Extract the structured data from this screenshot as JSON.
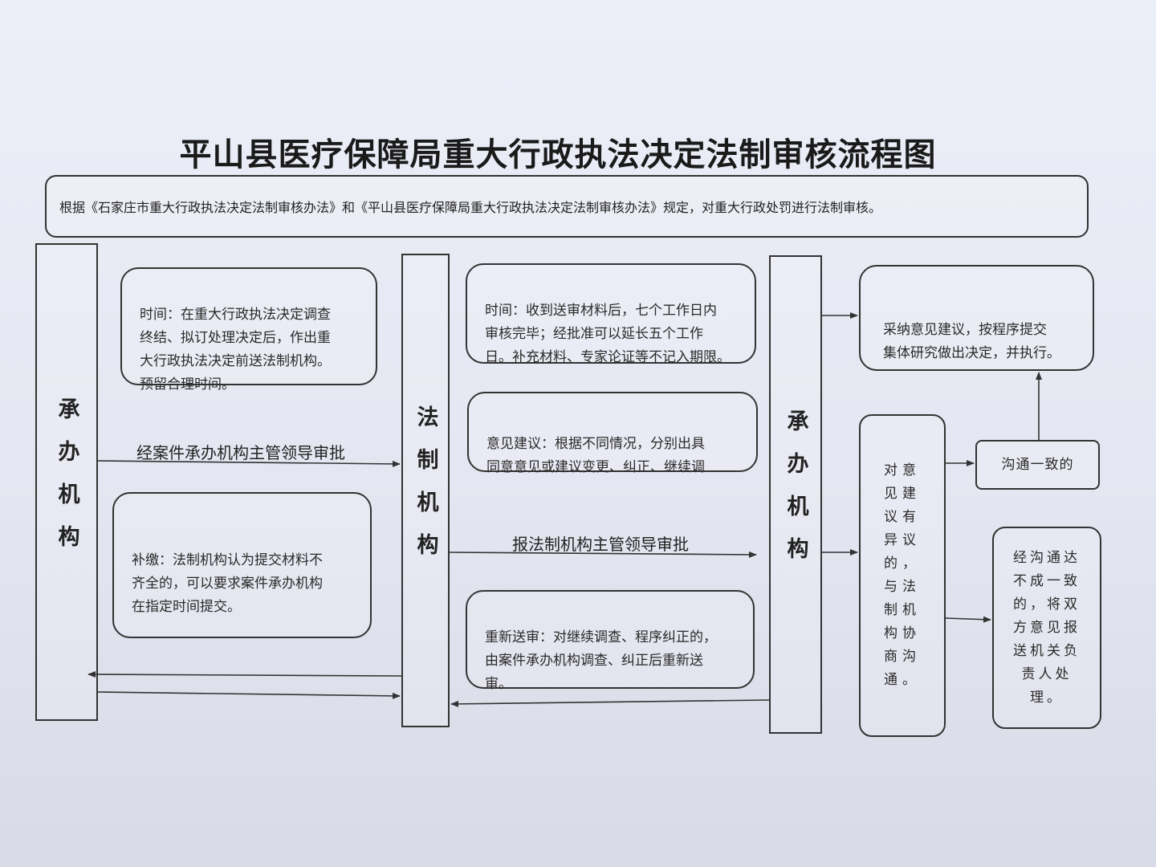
{
  "title": "平山县医疗保障局重大行政执法决定法制审核流程图",
  "intro": "根据《石家庄市重大行政执法决定法制审核办法》和《平山县医疗保障局重大行政执法决定法制审核办法》规定，对重大行政处罚进行法制审核。",
  "columns": {
    "left": "承办机构",
    "middle": "法制机构",
    "right": "承办机构"
  },
  "notes": {
    "time_submit": "时间：在重大行政执法决定调查\n终结、拟订处理决定后，作出重\n大行政执法决定前送法制机构。\n预留合理时间。",
    "supplement": "补缴：法制机构认为提交材料不\n齐全的，可以要求案件承办机构\n在指定时间提交。",
    "time_review": "时间：收到送审材料后，七个工作日内\n审核完毕；经批准可以延长五个工作\n日。补充材料、专家论证等不记入期限。",
    "opinion": "意见建议：根据不同情况，分别出具\n同意意见或建议变更、纠正、继续调",
    "resubmit": "重新送审：对继续调查、程序纠正的，\n由案件承办机构调查、纠正后重新送\n审。",
    "adopt": "采纳意见建议，按程序提交\n集体研究做出决定，并执行。",
    "consult": "对意\n见建\n议有\n异议\n的，\n与法\n制机\n构协\n商沟\n通。",
    "agreed": "沟通一致的",
    "escalate": "经沟通达\n不成一致\n的，将双\n方意见报\n送机关负\n责人处\n理。"
  },
  "labels": {
    "leader_approve_handling": "经案件承办机构主管领导审批",
    "leader_approve_legal": "报法制机构主管领导审批"
  }
}
